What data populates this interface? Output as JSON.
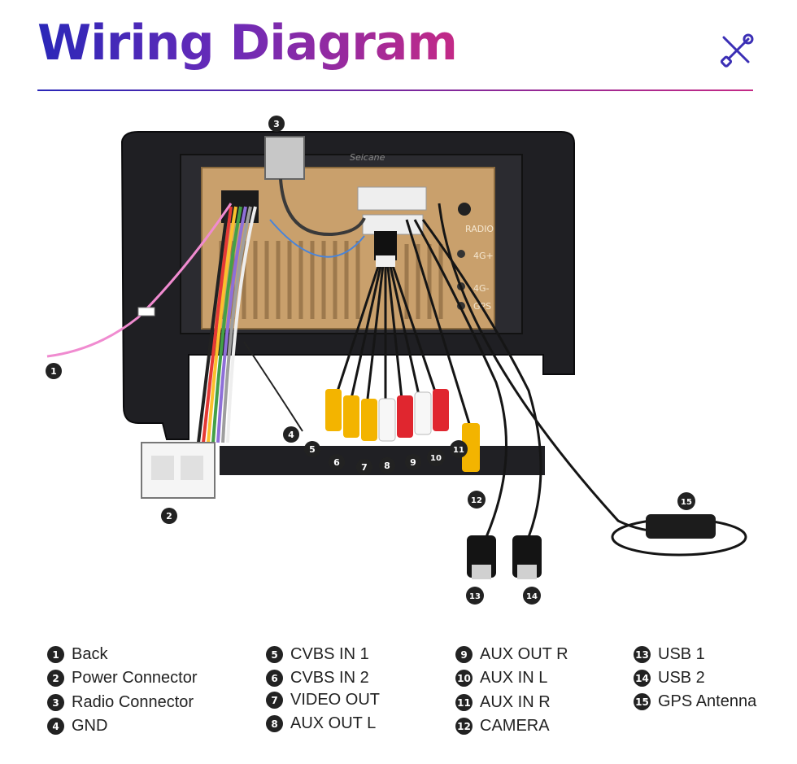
{
  "title": "Wiring Diagram",
  "colors": {
    "title_start": "#2a27b8",
    "title_end": "#c42a86",
    "icon": "#3b2fb5"
  },
  "icons": {
    "header": "tools-icon"
  },
  "callouts": [
    "1",
    "2",
    "3",
    "4",
    "5",
    "6",
    "7",
    "8",
    "9",
    "10",
    "11",
    "12",
    "13",
    "14",
    "15"
  ],
  "unit_labels": {
    "radio": "RADIO",
    "4g_plus": "4G+",
    "4g_minus": "4G-",
    "gps": "GPS",
    "brand": "Seicane"
  },
  "legend": [
    {
      "num": "1",
      "label": "Back"
    },
    {
      "num": "2",
      "label": "Power Connector"
    },
    {
      "num": "3",
      "label": "Radio Connector"
    },
    {
      "num": "4",
      "label": "GND"
    },
    {
      "num": "5",
      "label": "CVBS IN 1"
    },
    {
      "num": "6",
      "label": "CVBS IN 2"
    },
    {
      "num": "7",
      "label": "VIDEO OUT"
    },
    {
      "num": "8",
      "label": "AUX OUT L"
    },
    {
      "num": "9",
      "label": "AUX OUT R"
    },
    {
      "num": "10",
      "label": "AUX IN L"
    },
    {
      "num": "11",
      "label": "AUX IN R"
    },
    {
      "num": "12",
      "label": "CAMERA"
    },
    {
      "num": "13",
      "label": "USB 1"
    },
    {
      "num": "14",
      "label": "USB 2"
    },
    {
      "num": "15",
      "label": "GPS Antenna"
    }
  ]
}
